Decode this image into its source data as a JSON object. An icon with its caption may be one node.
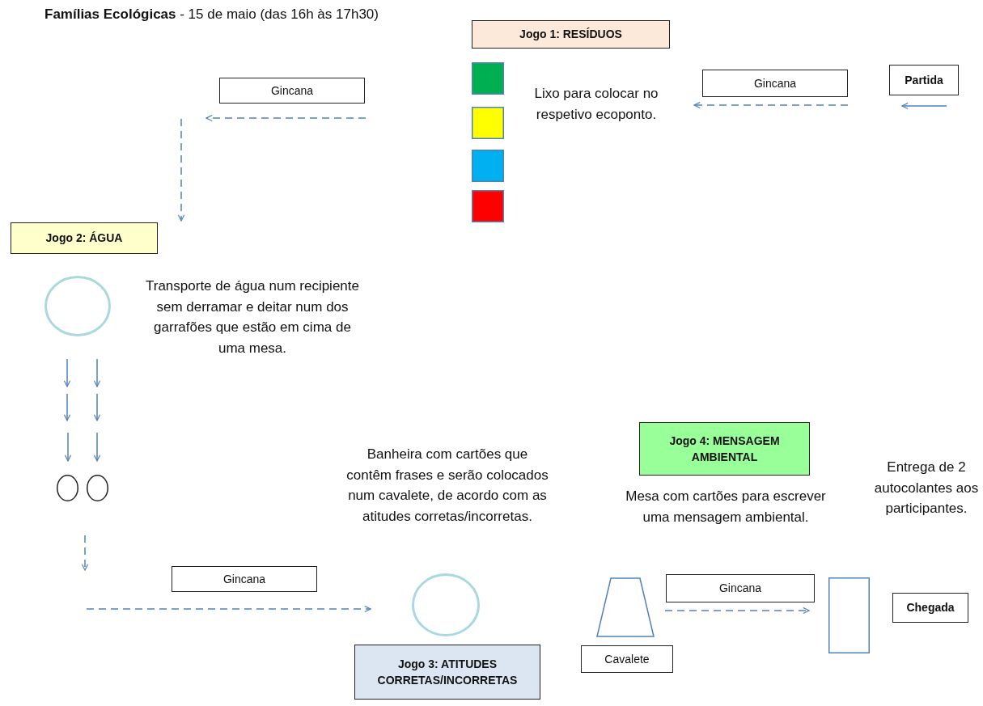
{
  "diagram": {
    "title": "**Famílias Ecológicas** - 15 de maio (das 16h às 17h30)",
    "nodes": [
      {
        "text": [
          "Jogo 1: RESÍDUOS"
        ]
      },
      {
        "text": [
          "Partida"
        ]
      },
      {
        "text": [
          "Gincana"
        ]
      },
      {
        "text": [
          "Gincana"
        ]
      },
      {
        "text": [],
        "shape": "box"
      },
      {
        "text": [],
        "shape": "box"
      },
      {
        "text": [],
        "shape": "box"
      },
      {
        "text": [],
        "shape": "box"
      },
      {
        "text": [
          "Jogo 2: ÁGUA"
        ]
      },
      {
        "text": [],
        "shape": "circle"
      },
      {
        "text": [],
        "shape": "circle"
      },
      {
        "text": [],
        "shape": "circle"
      },
      {
        "text": [
          "Jogo 4: MENSAGEM AMBIENTAL"
        ]
      },
      {
        "text": [
          "Gincana"
        ]
      },
      {
        "text": [],
        "shape": "circle"
      },
      {
        "text": [],
        "shape": "trapezoid"
      },
      {
        "text": [
          "Gincana"
        ]
      },
      {
        "text": [],
        "shape": "box"
      },
      {
        "text": [
          "Chegada"
        ]
      },
      {
        "text": [
          "Cavalete"
        ]
      },
      {
        "text": [
          "Jogo 3: ATITUDES CORRETAS/INCORRETAS"
        ]
      }
    ],
    "labels": [
      "Lixo para colocar no respetivo ecoponto.",
      "Transporte de água num recipiente sem derramar e deitar num dos garrafões que estão em cima de uma mesa.",
      "Banheira com cartões que contêm frases e serão colocados num cavalete, de acordo com as atitudes corretas/incorretas.",
      "Mesa com cartões para escrever uma mensagem ambiental.",
      "Entrega de 2 autocolantes aos participantes."
    ]
  }
}
